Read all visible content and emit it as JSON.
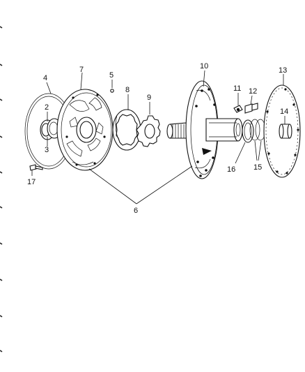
{
  "diagram": {
    "callouts": {
      "c1": "2",
      "c2": "3",
      "c3": "4",
      "c4": "5",
      "c5": "6",
      "c6": "7",
      "c7": "8",
      "c8": "9",
      "c9": "10",
      "c10": "11",
      "c11": "12",
      "c12": "13",
      "c13": "14",
      "c14": "15",
      "c15": "16",
      "c16": "17"
    }
  }
}
